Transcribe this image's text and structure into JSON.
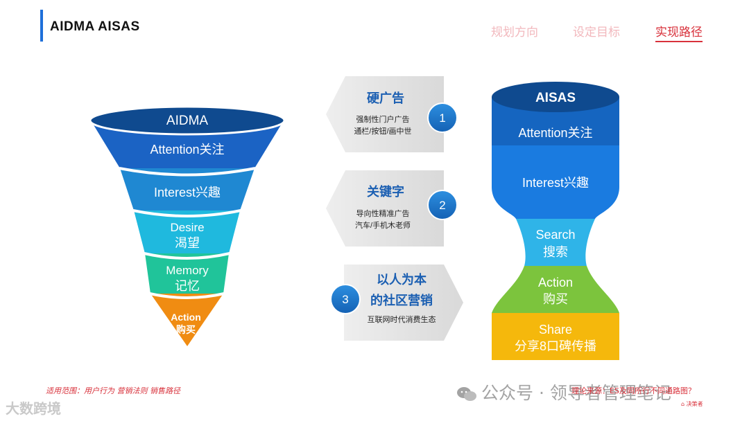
{
  "header": {
    "title": "AIDMA AISAS",
    "nav": [
      {
        "label": "规划方向",
        "active": false
      },
      {
        "label": "设定目标",
        "active": false
      },
      {
        "label": "实现路径",
        "active": true
      }
    ]
  },
  "aidma": {
    "top_label": "AIDMA",
    "layers": [
      {
        "line1": "Attention关注",
        "line2": "",
        "color": "#1b63c4"
      },
      {
        "line1": "Interest兴趣",
        "line2": "",
        "color": "#1f88d2"
      },
      {
        "line1": "Desire",
        "line2": "渴望",
        "color": "#1fb9de"
      },
      {
        "line1": "Memory",
        "line2": "记忆",
        "color": "#20c49a"
      },
      {
        "line1": "Action",
        "line2": "购买",
        "color": "#f08c12"
      }
    ]
  },
  "middle": [
    {
      "number": "1",
      "title": "硬广告",
      "line1": "强制性门户广告",
      "line2": "通栏/按钮/画中世"
    },
    {
      "number": "2",
      "title": "关键字",
      "line1": "导向性精准广告",
      "line2": "汽车/手机木老师"
    },
    {
      "number": "3",
      "title": "以人为本",
      "title2": "的社区营销",
      "line1": "互联网时代消费生态"
    }
  ],
  "aisas": {
    "top_label": "AISAS",
    "layers": [
      {
        "line1": "Attention关注",
        "line2": "",
        "color": "#1565c0"
      },
      {
        "line1": "Interest兴趣",
        "line2": "",
        "color": "#1a7be0"
      },
      {
        "line1": "Search",
        "line2": "搜索",
        "color": "#2fb4e8"
      },
      {
        "line1": "Action",
        "line2": "购买",
        "color": "#7cc43d"
      },
      {
        "line1": "Share",
        "line2": "分享8口碑传播",
        "color": "#f5b80c"
      }
    ]
  },
  "footer": {
    "scope": "适用范围：用户行为 营销法则 销售路径",
    "source": "理论来源：ES及同所行不同通路图？",
    "watermark": "公众号 · 领导者管理笔记",
    "brand": "大数跨境",
    "corner_logo": "决策者"
  }
}
